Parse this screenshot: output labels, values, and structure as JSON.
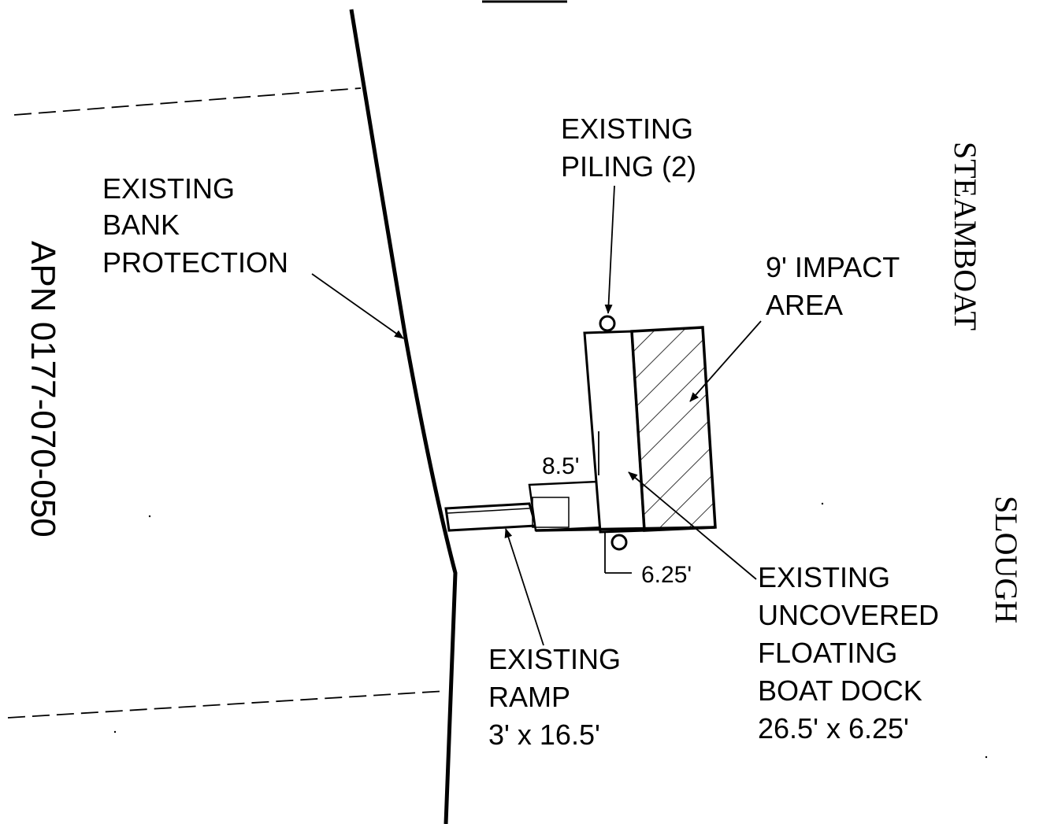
{
  "labels": {
    "piling": [
      "EXISTING",
      "PILING (2)"
    ],
    "bank": [
      "EXISTING",
      "BANK",
      "PROTECTION"
    ],
    "impact": [
      "9' IMPACT",
      "AREA"
    ],
    "dim_width": "8.5'",
    "dim_depth": "6.25'",
    "ramp": [
      "EXISTING",
      "RAMP",
      "3' x 16.5'"
    ],
    "dock": [
      "EXISTING",
      "UNCOVERED",
      "FLOATING",
      "BOAT DOCK",
      "26.5' x 6.25'"
    ],
    "apn": "APN 0177-070-050",
    "waterway_1": "STEAMBOAT",
    "waterway_2": "SLOUGH"
  },
  "colors": {
    "ink": "#000000",
    "paper": "#ffffff"
  }
}
